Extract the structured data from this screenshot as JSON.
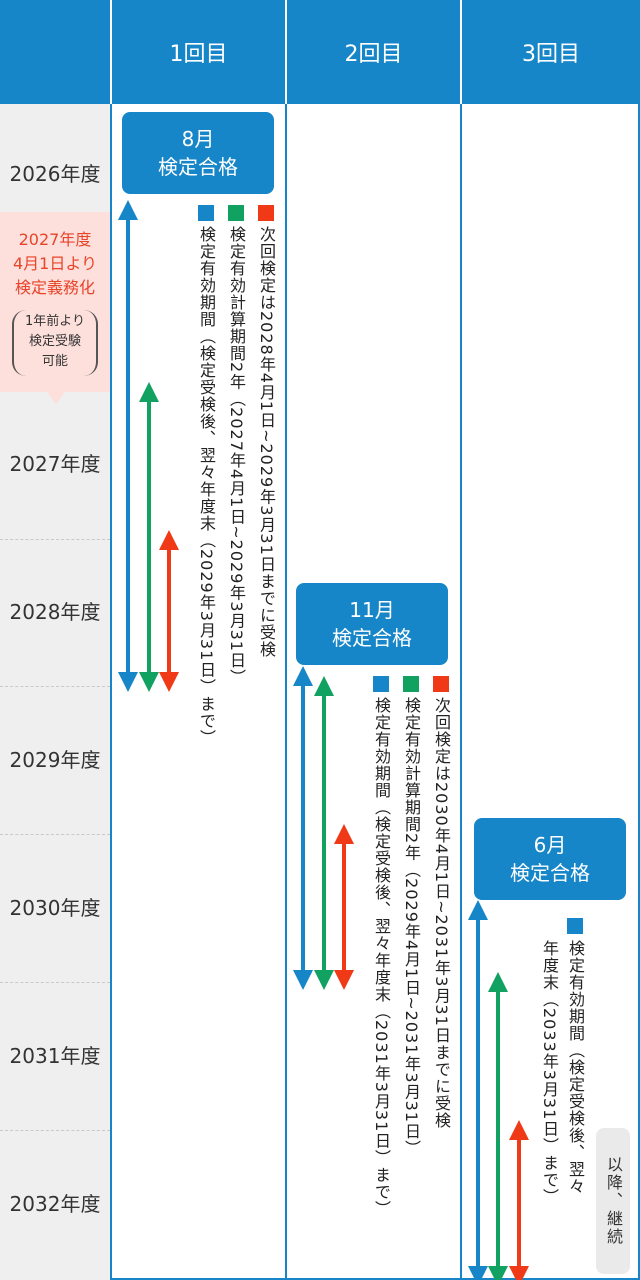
{
  "header": {
    "col1": "1回目",
    "col2": "2回目",
    "col3": "3回目"
  },
  "years": [
    "2026年度",
    "2027年度",
    "2028年度",
    "2029年度",
    "2030年度",
    "2031年度",
    "2032年度"
  ],
  "note": {
    "title": "2027年度\n4月1日より\n検定義務化",
    "sub": "1年前より\n検定受験\n可能"
  },
  "rounds": [
    {
      "pass_month": "8月",
      "pass_label": "検定合格",
      "next": "次回検定は2028年4月1日~2029年3月31日までに受検",
      "calc": "検定有効計算期間2年（2027年4月1日~2029年3月31日）",
      "valid": "検定有効期間（検定受検後、翌々年度末（2029年3月31日）まで）"
    },
    {
      "pass_month": "11月",
      "pass_label": "検定合格",
      "next": "次回検定は2030年4月1日~2031年3月31日までに受検",
      "calc": "検定有効計算期間2年（2029年4月1日~2031年3月31日）",
      "valid": "検定有効期間（検定受検後、翌々年度末（2031年3月31日）まで）"
    },
    {
      "pass_month": "6月",
      "pass_label": "検定合格",
      "valid": "検定有効期間（検定受検後、翌々年度末（2033年3月31日）まで）"
    }
  ],
  "after": "以降、継続",
  "colors": {
    "blue": "#1786c9",
    "green": "#11a160",
    "red": "#f03a17",
    "note_bg": "#fde0dc",
    "note_text": "#e8442a"
  }
}
